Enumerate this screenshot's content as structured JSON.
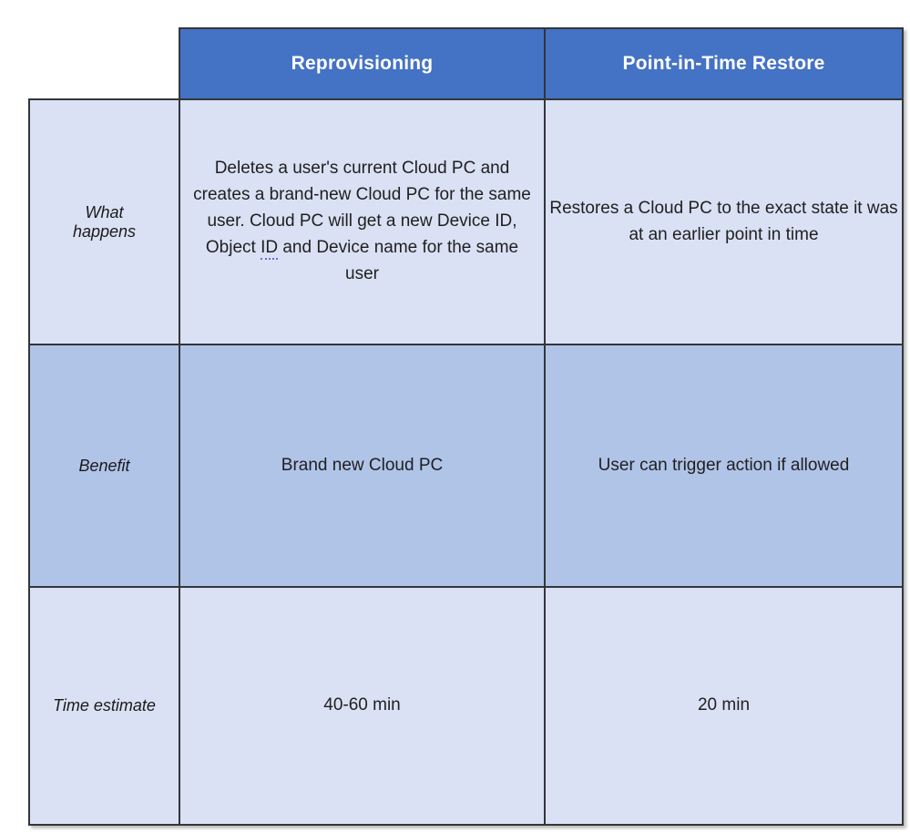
{
  "table": {
    "title": "Reprovisioning vs Point-in-Time Restore comparison",
    "colors": {
      "header_bg": "#4472c4",
      "header_text": "#ffffff",
      "row_light_bg": "#dae1f4",
      "row_medium_bg": "#b0c4e8",
      "border": "#333639",
      "spellcheck_underline": "#6b6bd6"
    },
    "header": {
      "col_reprovisioning": "Reprovisioning",
      "col_restore": "Point-in-Time Restore"
    },
    "rows": {
      "what_happens": {
        "label": "What happens",
        "reprovisioning_before": "Deletes a user's current Cloud PC and creates a brand-new Cloud PC for the same user. Cloud PC will get a new Device ID, Object ",
        "reprovisioning_underlined": "ID",
        "reprovisioning_after": " and Device name for the same user",
        "restore": "Restores a Cloud PC to the exact state it was at an earlier point in time"
      },
      "benefit": {
        "label": "Benefit",
        "reprovisioning": "Brand new Cloud PC",
        "restore": "User can trigger action if allowed"
      },
      "time_estimate": {
        "label": "Time estimate",
        "reprovisioning": "40-60 min",
        "restore": "20 min"
      }
    }
  }
}
